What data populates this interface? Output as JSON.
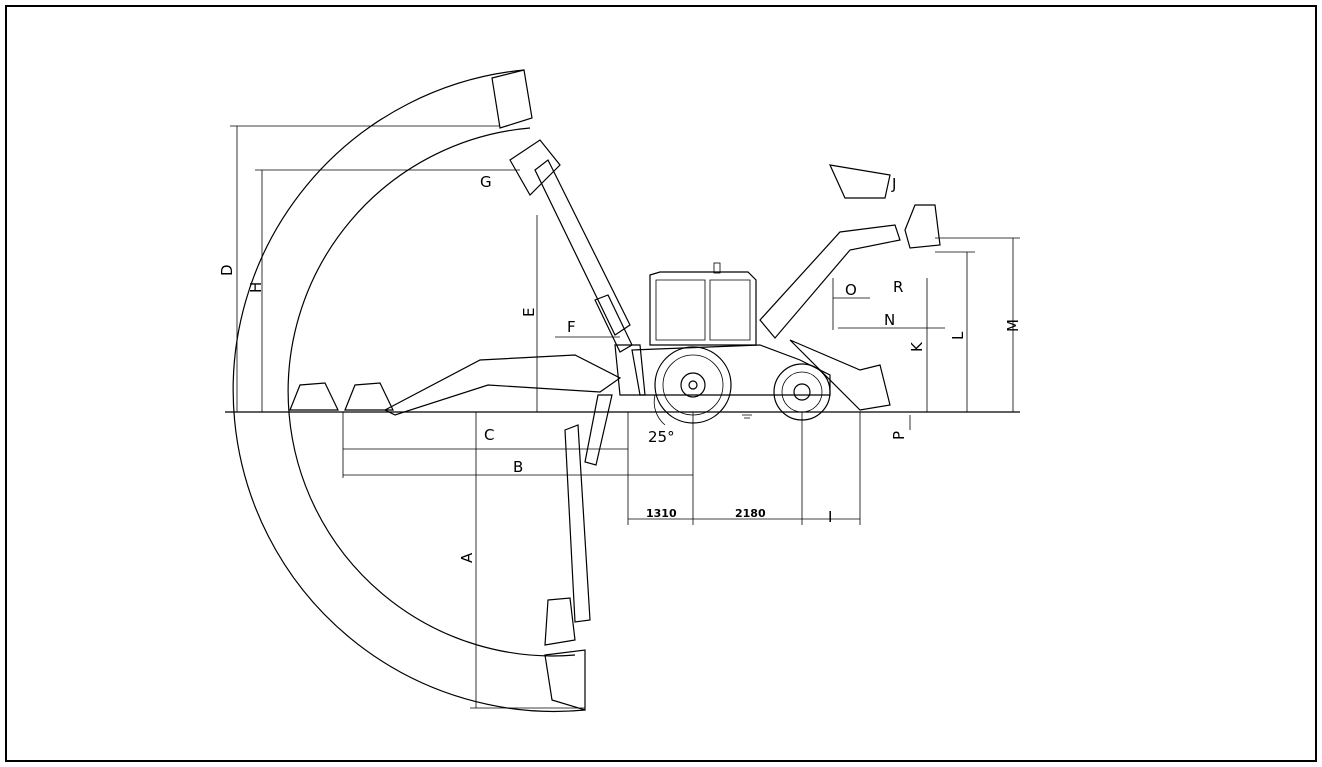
{
  "labels": {
    "A": "A",
    "B": "B",
    "C": "C",
    "D": "D",
    "E": "E",
    "F": "F",
    "G": "G",
    "H": "H",
    "I": "I",
    "J": "J",
    "K": "K",
    "L": "L",
    "M": "M",
    "N": "N",
    "O": "O",
    "P": "P",
    "R": "R"
  },
  "angle": "25°",
  "dims": {
    "d1": "1310",
    "d2": "2180"
  }
}
